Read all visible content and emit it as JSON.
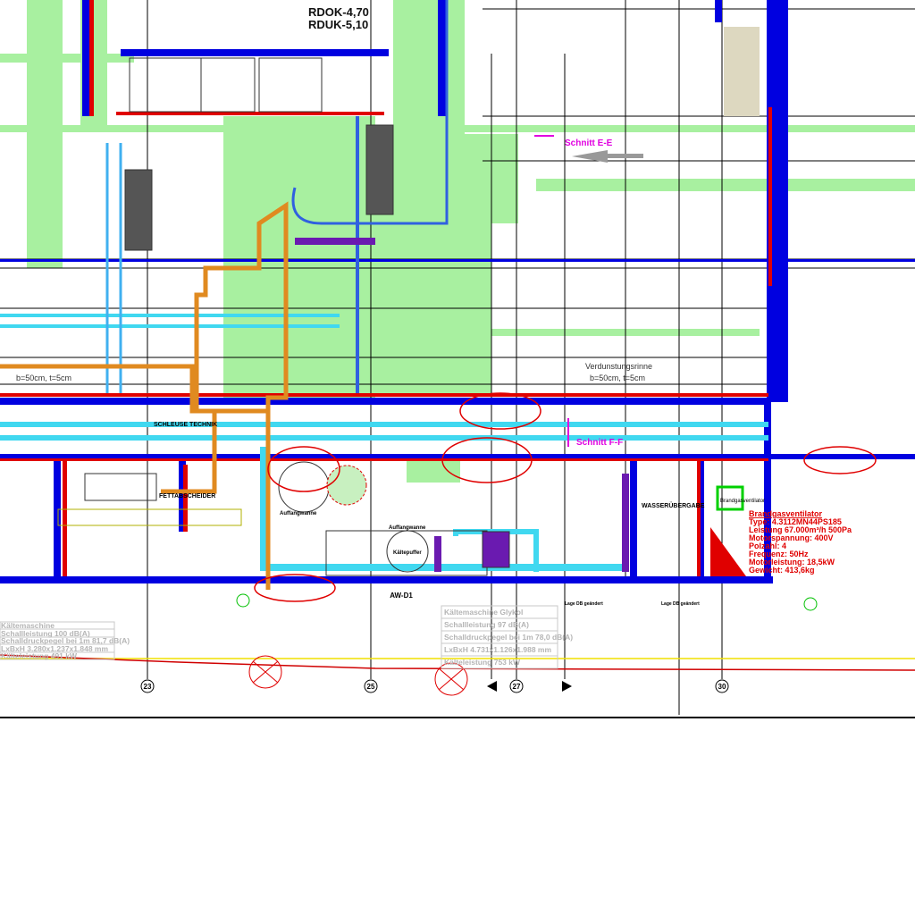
{
  "levels": {
    "rdok": "RDOK-4,70",
    "rduk": "RDUK-5,10"
  },
  "sections": {
    "ee": "Schnitt E-E",
    "ff": "Schnitt F-F"
  },
  "gutter": {
    "title": "Verdunstungsrinne",
    "dims_right": "b=50cm, t=5cm",
    "dims_left": "b=50cm, t=5cm"
  },
  "rooms": {
    "schleuse": "SCHLEUSE TECHNIK",
    "fettabscheider": "FETTABSCHEIDER",
    "wasser": "WASSERÜBERGABE",
    "auffang1": "Auffangwanne",
    "auffang2": "Auffangwanne",
    "puffer": "Kältepuffer",
    "ventilator": "Brandgasventilator"
  },
  "wall_tag": "AW-D1",
  "notes": {
    "lage1": "Lage DB geändert",
    "lage2": "Lage DB geändert"
  },
  "axes": [
    "23",
    "25",
    "27",
    "30"
  ],
  "fan_spec": {
    "title": "Brandgasventilator",
    "lines": [
      "Type: 4.3112MN44PS185",
      "Leistung 67.000m³/h 500Pa",
      "Motorspannung: 400V",
      "Polzahl: 4",
      "Frequenz: 50Hz",
      "Motorleistung: 18,5kW",
      "Gewicht: 413,6kg"
    ]
  },
  "chiller_left": [
    "Kältemaschine",
    "Schallleistung 100 dB(A)",
    "Schalldruckpegel bei 1m 81,7 dB(A)",
    "LxBxH 3.280x1.237x1.848 mm",
    "Kälteleistung 491 kW"
  ],
  "chiller_center": [
    "Kältemaschine Glykol",
    "Schallleistung 97 dB(A)",
    "Schalldruckpegel bei 1m 78,0 dB(A)",
    "LxBxH 4.731x1.126x1.988 mm",
    "Kälteleistung 753 kW"
  ],
  "colors": {
    "green": "#a8f0a0",
    "wall": "#0000e0",
    "pipe": "#e08a20",
    "cyan": "#40d8f0",
    "red": "#e00000",
    "magenta": "#e000e0"
  }
}
